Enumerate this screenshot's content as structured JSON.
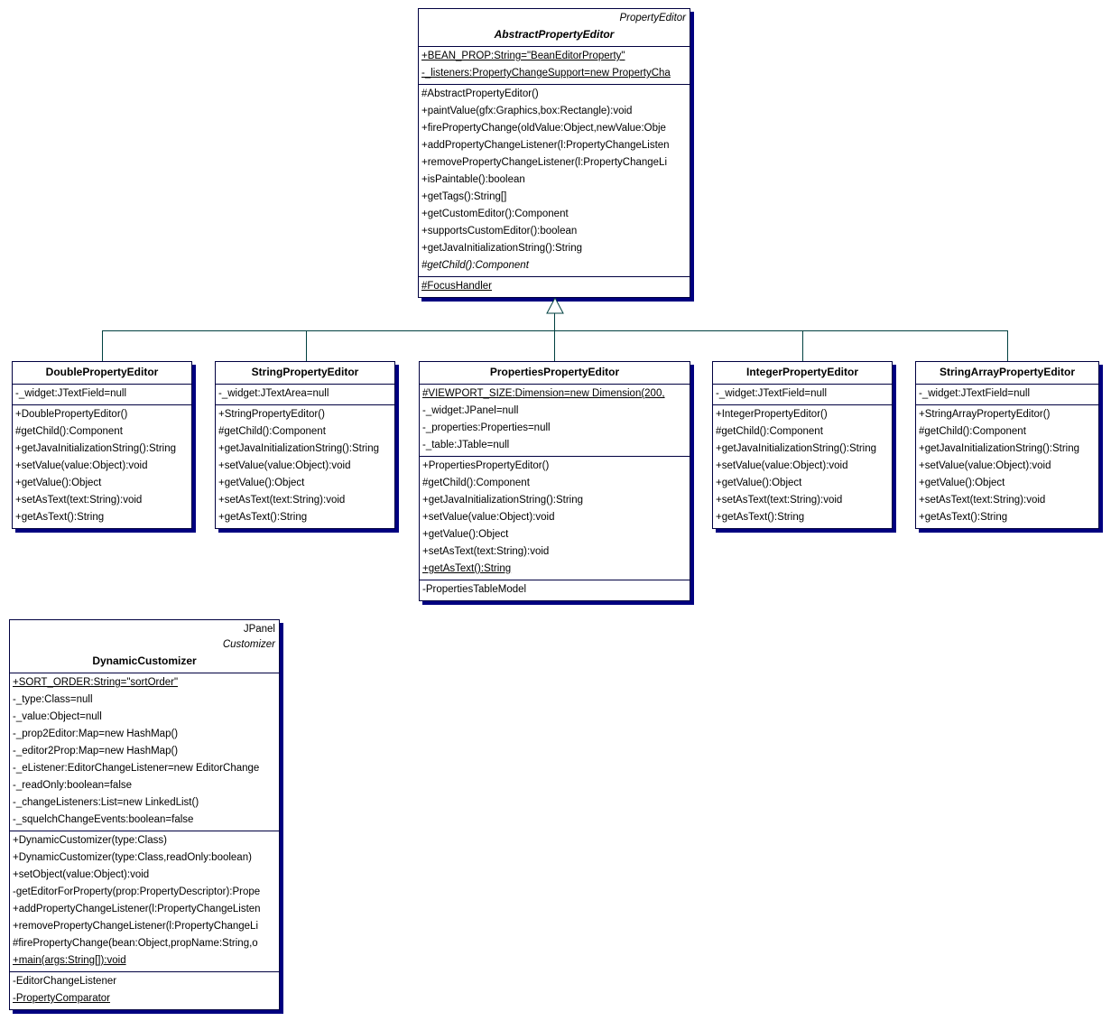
{
  "diagram": {
    "type": "uml-class-diagram",
    "title": "Property Editor class hierarchy",
    "colors": {
      "border": "#000040",
      "shadow": "#000080",
      "connector": "#004040",
      "background": "#ffffff"
    }
  },
  "classes": {
    "abstract_property_editor": {
      "stereotype": "PropertyEditor",
      "name": "AbstractPropertyEditor",
      "attributes": [
        "+BEAN_PROP:String=\"BeanEditorProperty\"",
        "-_listeners:PropertyChangeSupport=new PropertyCha"
      ],
      "operations": [
        "#AbstractPropertyEditor()",
        "+paintValue(gfx:Graphics,box:Rectangle):void",
        "+firePropertyChange(oldValue:Object,newValue:Obje",
        "+addPropertyChangeListener(l:PropertyChangeListen",
        "+removePropertyChangeListener(l:PropertyChangeLi",
        "+isPaintable():boolean",
        "+getTags():String[]",
        "+getCustomEditor():Component",
        "+supportsCustomEditor():boolean",
        "+getJavaInitializationString():String",
        "#getChild():Component"
      ],
      "inner": [
        "#FocusHandler"
      ]
    },
    "double_property_editor": {
      "name": "DoublePropertyEditor",
      "attributes": [
        "-_widget:JTextField=null"
      ],
      "operations": [
        "+DoublePropertyEditor()",
        "#getChild():Component",
        "+getJavaInitializationString():String",
        "+setValue(value:Object):void",
        "+getValue():Object",
        "+setAsText(text:String):void",
        "+getAsText():String"
      ]
    },
    "string_property_editor": {
      "name": "StringPropertyEditor",
      "attributes": [
        "-_widget:JTextArea=null"
      ],
      "operations": [
        "+StringPropertyEditor()",
        "#getChild():Component",
        "+getJavaInitializationString():String",
        "+setValue(value:Object):void",
        "+getValue():Object",
        "+setAsText(text:String):void",
        "+getAsText():String"
      ]
    },
    "properties_property_editor": {
      "name": "PropertiesPropertyEditor",
      "attributes": [
        "#VIEWPORT_SIZE:Dimension=new Dimension(200,",
        "-_widget:JPanel=null",
        "-_properties:Properties=null",
        "-_table:JTable=null"
      ],
      "operations": [
        "+PropertiesPropertyEditor()",
        "#getChild():Component",
        "+getJavaInitializationString():String",
        "+setValue(value:Object):void",
        "+getValue():Object",
        "+setAsText(text:String):void",
        "+getAsText():String"
      ],
      "inner": [
        "-PropertiesTableModel"
      ]
    },
    "integer_property_editor": {
      "name": "IntegerPropertyEditor",
      "attributes": [
        "-_widget:JTextField=null"
      ],
      "operations": [
        "+IntegerPropertyEditor()",
        "#getChild():Component",
        "+getJavaInitializationString():String",
        "+setValue(value:Object):void",
        "+getValue():Object",
        "+setAsText(text:String):void",
        "+getAsText():String"
      ]
    },
    "string_array_property_editor": {
      "name": "StringArrayPropertyEditor",
      "attributes": [
        "-_widget:JTextField=null"
      ],
      "operations": [
        "+StringArrayPropertyEditor()",
        "#getChild():Component",
        "+getJavaInitializationString():String",
        "+setValue(value:Object):void",
        "+getValue():Object",
        "+setAsText(text:String):void",
        "+getAsText():String"
      ]
    },
    "dynamic_customizer": {
      "superclass": "JPanel",
      "stereotype": "Customizer",
      "name": "DynamicCustomizer",
      "attributes": [
        "+SORT_ORDER:String=\"sortOrder\"",
        "-_type:Class=null",
        "-_value:Object=null",
        "-_prop2Editor:Map=new HashMap()",
        "-_editor2Prop:Map=new HashMap()",
        "-_eListener:EditorChangeListener=new EditorChange",
        "-_readOnly:boolean=false",
        "-_changeListeners:List=new LinkedList()",
        "-_squelchChangeEvents:boolean=false"
      ],
      "operations": [
        "+DynamicCustomizer(type:Class)",
        "+DynamicCustomizer(type:Class,readOnly:boolean)",
        "+setObject(value:Object):void",
        "-getEditorForProperty(prop:PropertyDescriptor):Prope",
        "+addPropertyChangeListener(l:PropertyChangeListen",
        "+removePropertyChangeListener(l:PropertyChangeLi",
        "#firePropertyChange(bean:Object,propName:String,o",
        "+main(args:String[]):void"
      ],
      "inner": [
        "-EditorChangeListener",
        "-PropertyComparator"
      ]
    }
  }
}
